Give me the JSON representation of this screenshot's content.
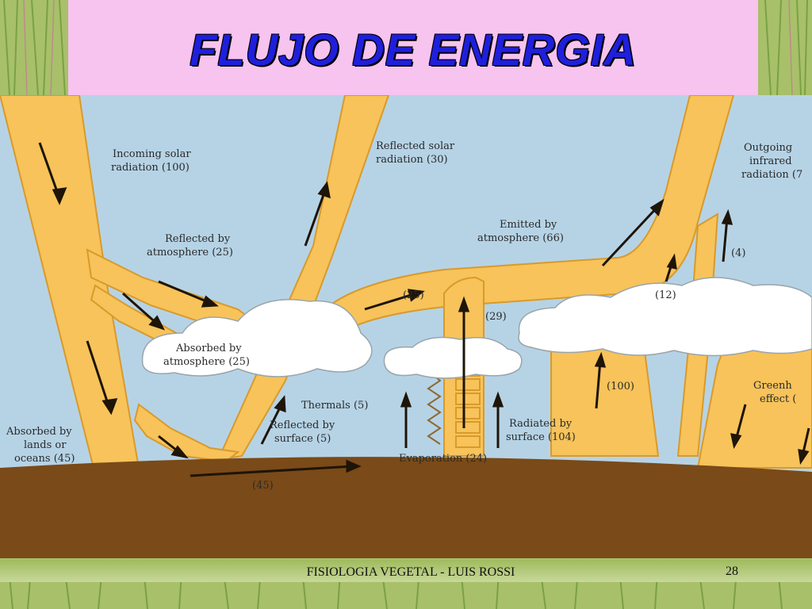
{
  "slide": {
    "title": "FLUJO DE ENERGIA",
    "footer": "FISIOLOGIA VEGETAL -  LUIS ROSSI",
    "page_number": "28"
  },
  "diagram": {
    "labels": {
      "incoming": [
        "Incoming solar",
        "radiation (100)"
      ],
      "reflected_solar": [
        "Reflected solar",
        "radiation (30)"
      ],
      "outgoing": [
        "Outgoing",
        "infrared",
        "radiation (7"
      ],
      "emitted": [
        "Emitted by",
        "atmosphere (66)"
      ],
      "reflected_atm": [
        "Reflected by",
        "atmosphere (25)"
      ],
      "absorbed_atm": [
        "Absorbed by",
        "atmosphere (25)"
      ],
      "absorbed_land": [
        "Absorbed by",
        "lands or",
        "oceans (45)"
      ],
      "thermals": "Thermals (5)",
      "reflected_surface": [
        "Reflected by",
        "surface (5)"
      ],
      "radiated_surface": [
        "Radiated by",
        "surface (104)"
      ],
      "evaporation": "Evaporation (24)",
      "greenhouse": [
        "Greenh",
        "effect ("
      ],
      "n25": "(25)",
      "n29": "(29)",
      "n12": "(12)",
      "n4": "(4)",
      "n100": "(100)",
      "n45": "(45)"
    },
    "colors": {
      "sky": "#b6d3e6",
      "band": "#f7c35a",
      "band_edge": "#d99a2a",
      "ground": "#7a4a18",
      "cloud": "#ffffff",
      "title": "#1f1fdc",
      "title_bg": "#f7c3ef"
    }
  }
}
